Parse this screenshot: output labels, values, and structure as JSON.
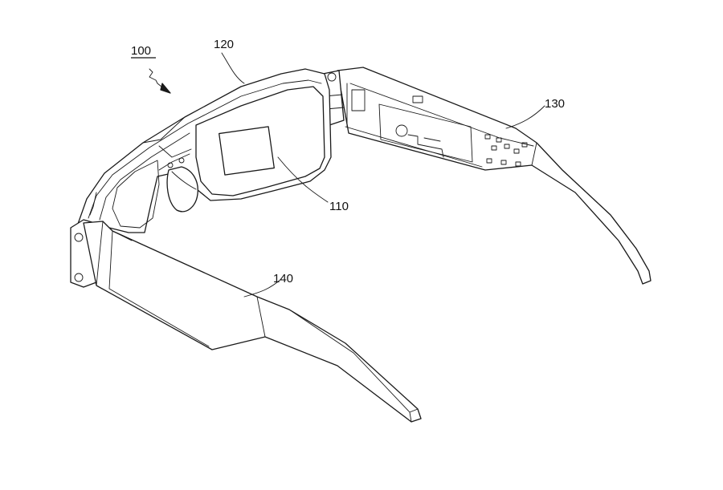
{
  "figure": {
    "labels": {
      "device": "100",
      "display": "110",
      "frame": "120",
      "right_temple": "130",
      "left_temple": "140"
    }
  }
}
